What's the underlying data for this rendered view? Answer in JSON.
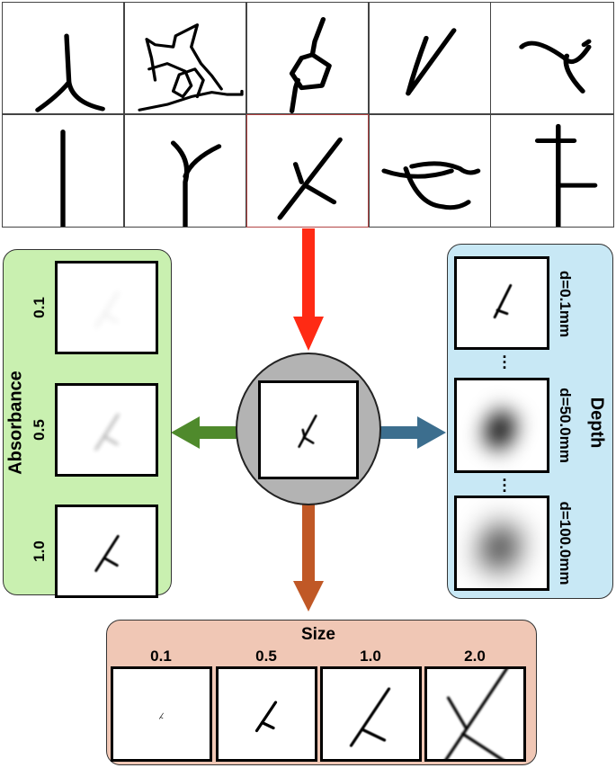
{
  "absorbance": {
    "title": "Absorbance",
    "levels": [
      {
        "label": "0.1",
        "blur": 3.5,
        "opacity": 0.08
      },
      {
        "label": "0.5",
        "blur": 2.5,
        "opacity": 0.3
      },
      {
        "label": "1.0",
        "blur": 0.9,
        "opacity": 1.0
      }
    ]
  },
  "depth": {
    "title": "Depth",
    "levels": [
      {
        "label": "d=0.1mm",
        "blur": 0.6
      },
      {
        "label": "d=50.0mm",
        "blur": 12
      },
      {
        "label": "d=100.0mm",
        "blur": 17
      }
    ],
    "ellipsis": "..."
  },
  "size": {
    "title": "Size",
    "levels": [
      {
        "label": "0.1",
        "scale": 0.1
      },
      {
        "label": "0.5",
        "scale": 0.5
      },
      {
        "label": "1.0",
        "scale": 1.0
      },
      {
        "label": "2.0",
        "scale": 2.0
      }
    ]
  },
  "colors": {
    "absorbance_panel": "#c9f0b0",
    "depth_panel": "#c8e8f5",
    "size_panel": "#f0c7b5",
    "center_circle": "#b3b3b3",
    "arrow_down": "#ff2a14",
    "arrow_left": "#4f8a2c",
    "arrow_right": "#3c6e8e",
    "arrow_bottom": "#c05826",
    "selected_border": "#b34545"
  },
  "grid": {
    "selected_index": 7,
    "shapes": [
      "y-fork",
      "tangled-scribble",
      "hexagon-branch",
      "v-shape",
      "curved-split",
      "vertical-line",
      "upright-fork",
      "crossed-stroke",
      "wavy-cross",
      "t-junction"
    ]
  }
}
